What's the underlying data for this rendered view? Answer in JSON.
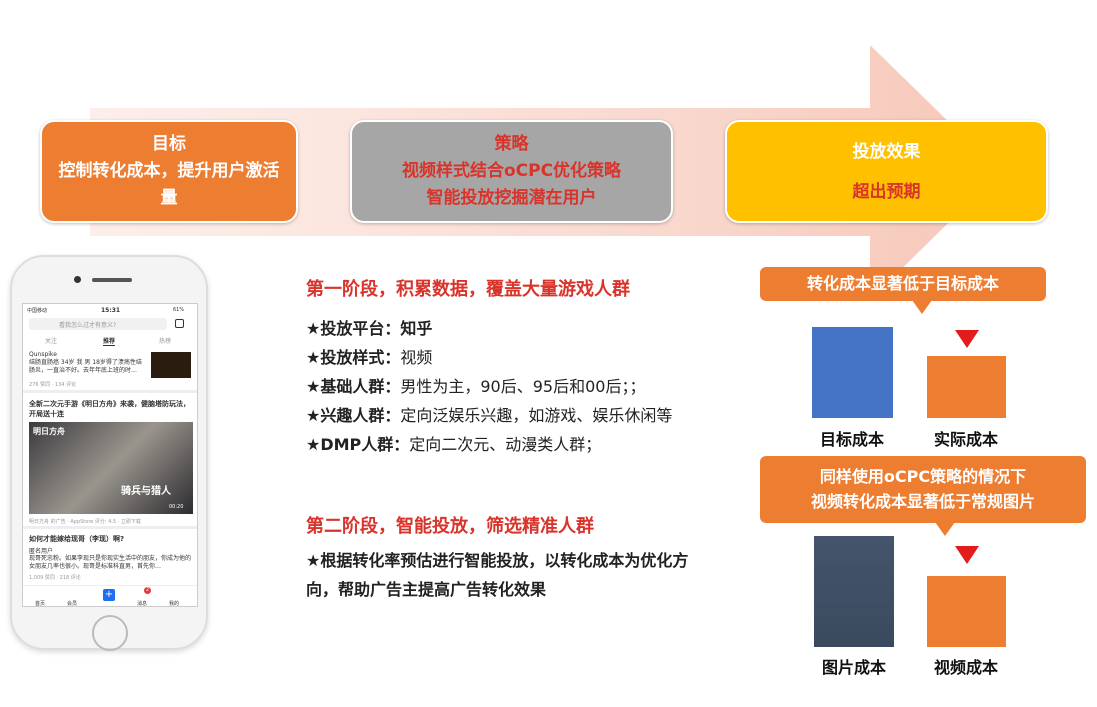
{
  "goal": {
    "title": "目标",
    "text": "控制转化成本，提升用户激活量",
    "color": "#ED7D31"
  },
  "strategy": {
    "title": "策略",
    "lines": [
      "视频样式结合oCPC优化策略",
      "智能投放挖掘潜在用户"
    ],
    "color": "#A6A6A6"
  },
  "result": {
    "title": "投放效果",
    "text": "超出预期",
    "color": "#FFC000"
  },
  "phase1": {
    "heading": "第一阶段，积累数据，覆盖大量游戏人群",
    "items": [
      {
        "label": "★投放平台：",
        "value": "知乎"
      },
      {
        "label": "★投放样式：",
        "value": "视频"
      },
      {
        "label": "★基础人群：",
        "value": "男性为主，90后、95后和00后；；"
      },
      {
        "label": "★兴趣人群：",
        "value": "定向泛娱乐兴趣，如游戏、娱乐休闲等"
      },
      {
        "label": "★DMP人群：",
        "value": "定向二次元、动漫类人群；"
      }
    ]
  },
  "phase2": {
    "heading": "第二阶段，智能投放，筛选精准人群",
    "text": "★根据转化率预估进行智能投放，以转化成本为优化方向，帮助广告主提高广告转化效果"
  },
  "compare1": {
    "callout": "转化成本显著低于目标成本",
    "bars": [
      {
        "label": "目标成本",
        "color": "#4472C4"
      },
      {
        "label": "实际成本",
        "color": "#ED7D31"
      }
    ]
  },
  "compare2": {
    "callout_lines": [
      "同样使用oCPC策略的情况下",
      "视频转化成本显著低于常规图片"
    ],
    "bars": [
      {
        "label": "图片成本",
        "color": "#44546A"
      },
      {
        "label": "视频成本",
        "color": "#ED7D31"
      }
    ]
  },
  "phone": {
    "status": {
      "carrier": "中国移动",
      "time": "15:31",
      "battery": "61%"
    },
    "search_placeholder": "看我怎么过才有意义?",
    "tabs": [
      "关注",
      "推荐",
      "热榜"
    ],
    "post1": {
      "author": "Qunspike",
      "text": "结肠直肠癌 34岁 我 男 18岁得了溃疡性结肠炎，一直治不好。去年年底上班的时…",
      "meta": "276 赞同 · 134 评论"
    },
    "ad": {
      "title": "全新二次元手游《明日方舟》来袭，健脑塔防玩法，开局送十连",
      "game": "明日方舟",
      "subtitle": "骑兵与猎人",
      "duration": "00:20",
      "meta": "明日方舟 的广告 · AppStore 评分: 4.5 · 立即下载"
    },
    "post2": {
      "title": "如何才能嫁给现哥（李现）啊?",
      "author": "匿名用户",
      "text": "现哥死忠粉。如果李现只是你现实生活中的朋友，你成为他的女朋友几率也很小。现哥是标准科直男，首先你…",
      "meta": "1,009 赞同 · 218 评论"
    },
    "nav": [
      "首页",
      "会员",
      "",
      "消息",
      "我的"
    ],
    "badge": "2"
  }
}
